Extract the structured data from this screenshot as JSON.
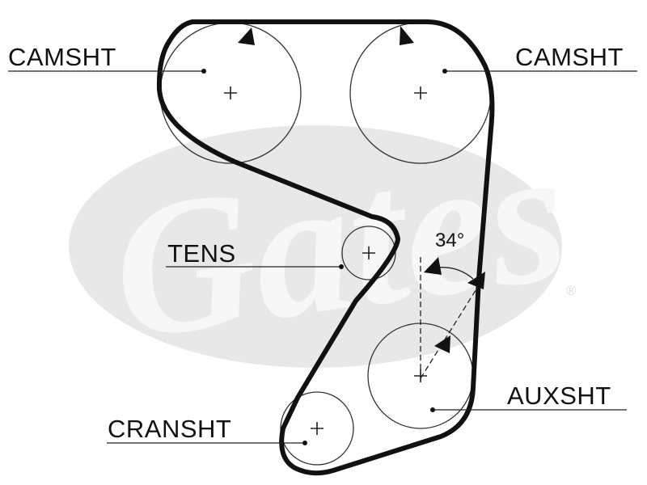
{
  "watermark": {
    "brand": "Gates",
    "mark": "®"
  },
  "labels": {
    "camshaft_left": "CAMSHT",
    "camshaft_right": "CAMSHT",
    "tensioner": "TENS",
    "crankshaft": "CRANSHT",
    "auxiliary_shaft": "AUXSHT",
    "angle": "34°"
  },
  "colors": {
    "belt": "#111111",
    "pulley": "#333333",
    "watermark": "#e6e6e6"
  }
}
